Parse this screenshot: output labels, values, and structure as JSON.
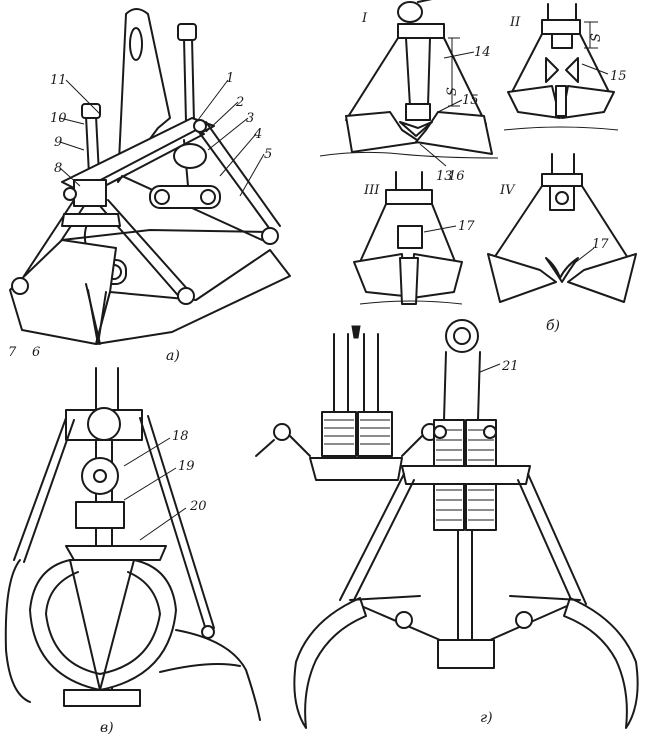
{
  "figure": {
    "a": {
      "caption": "а)",
      "labels": [
        "1",
        "2",
        "3",
        "4",
        "5",
        "6",
        "7",
        "8",
        "9",
        "10",
        "11"
      ]
    },
    "b": {
      "caption": "б)",
      "stage_labels": [
        "I",
        "II",
        "III",
        "IV"
      ],
      "part_labels": [
        "13",
        "14",
        "15",
        "15",
        "16",
        "17",
        "17"
      ],
      "dim_label": "S"
    },
    "v": {
      "caption": "в)",
      "labels": [
        "18",
        "19",
        "20"
      ]
    },
    "g": {
      "caption": "г)",
      "labels": [
        "21"
      ]
    }
  }
}
